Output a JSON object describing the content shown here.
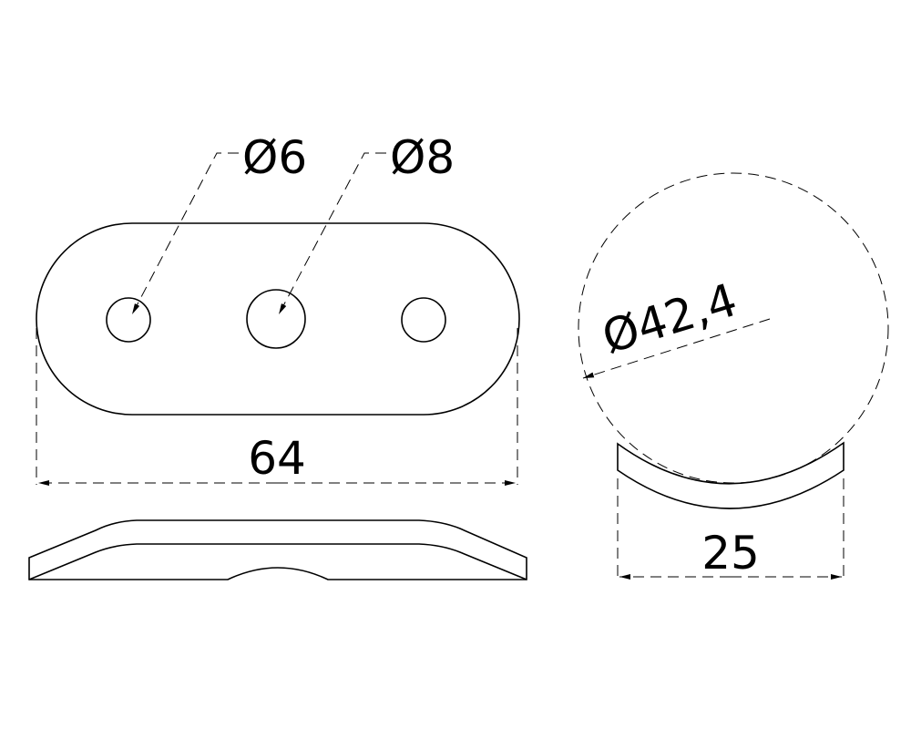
{
  "dimensions": {
    "hole_small": "Ø6",
    "hole_large": "Ø8",
    "length": "64",
    "tube_diameter": "Ø42,4",
    "width": "25"
  }
}
